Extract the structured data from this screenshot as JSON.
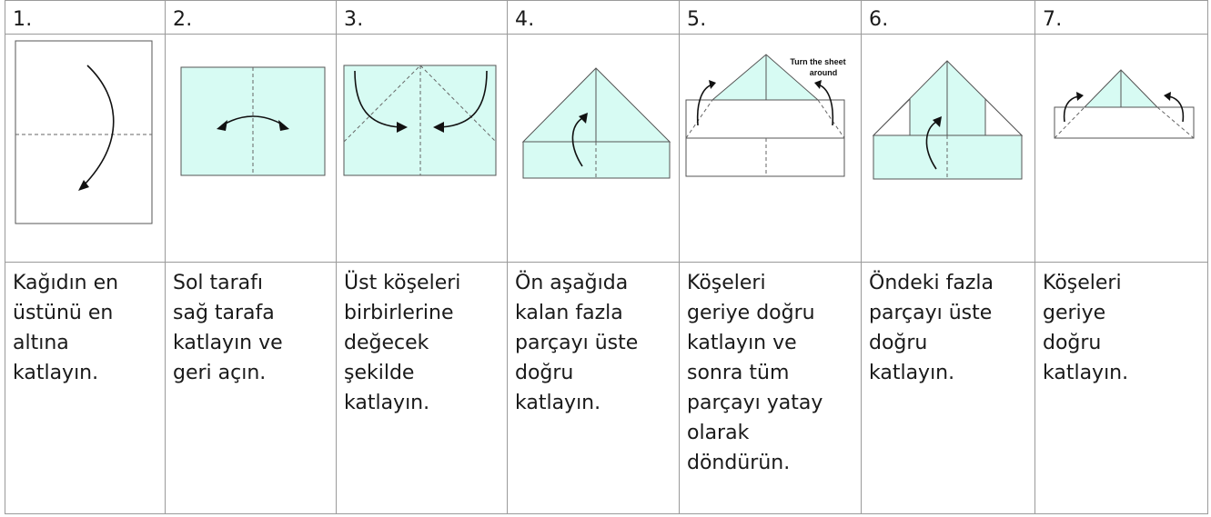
{
  "steps": [
    {
      "number": "1.",
      "text": "Kağıdın en\nüstünü en\naltına\nkatlayın."
    },
    {
      "number": "2.",
      "text": "Sol tarafı\nsağ tarafa\nkatlayın ve\ngeri açın."
    },
    {
      "number": "3.",
      "text": "Üst köşeleri\nbirbirlerine\ndeğecek\nşekilde\nkatlayın."
    },
    {
      "number": "4.",
      "text": "Ön aşağıda\nkalan fazla\nparçayı üste\ndoğru\nkatlayın."
    },
    {
      "number": "5.",
      "text": "Köşeleri\ngeriye doğru\nkatlayın ve\nsonra tüm\nparçayı yatay\nolarak\ndöndürün."
    },
    {
      "number": "6.",
      "text": "Öndeki fazla\nparçayı üste\ndoğru\nkatlayın."
    },
    {
      "number": "7.",
      "text": "Köşeleri\ngeriye\ndoğru\nkatlayın."
    }
  ],
  "illustrations": {
    "step5_note_line1": "Turn the sheet",
    "step5_note_line2": "around"
  },
  "colors": {
    "paper": "#d7fbf3",
    "border": "#9a9a9a"
  }
}
